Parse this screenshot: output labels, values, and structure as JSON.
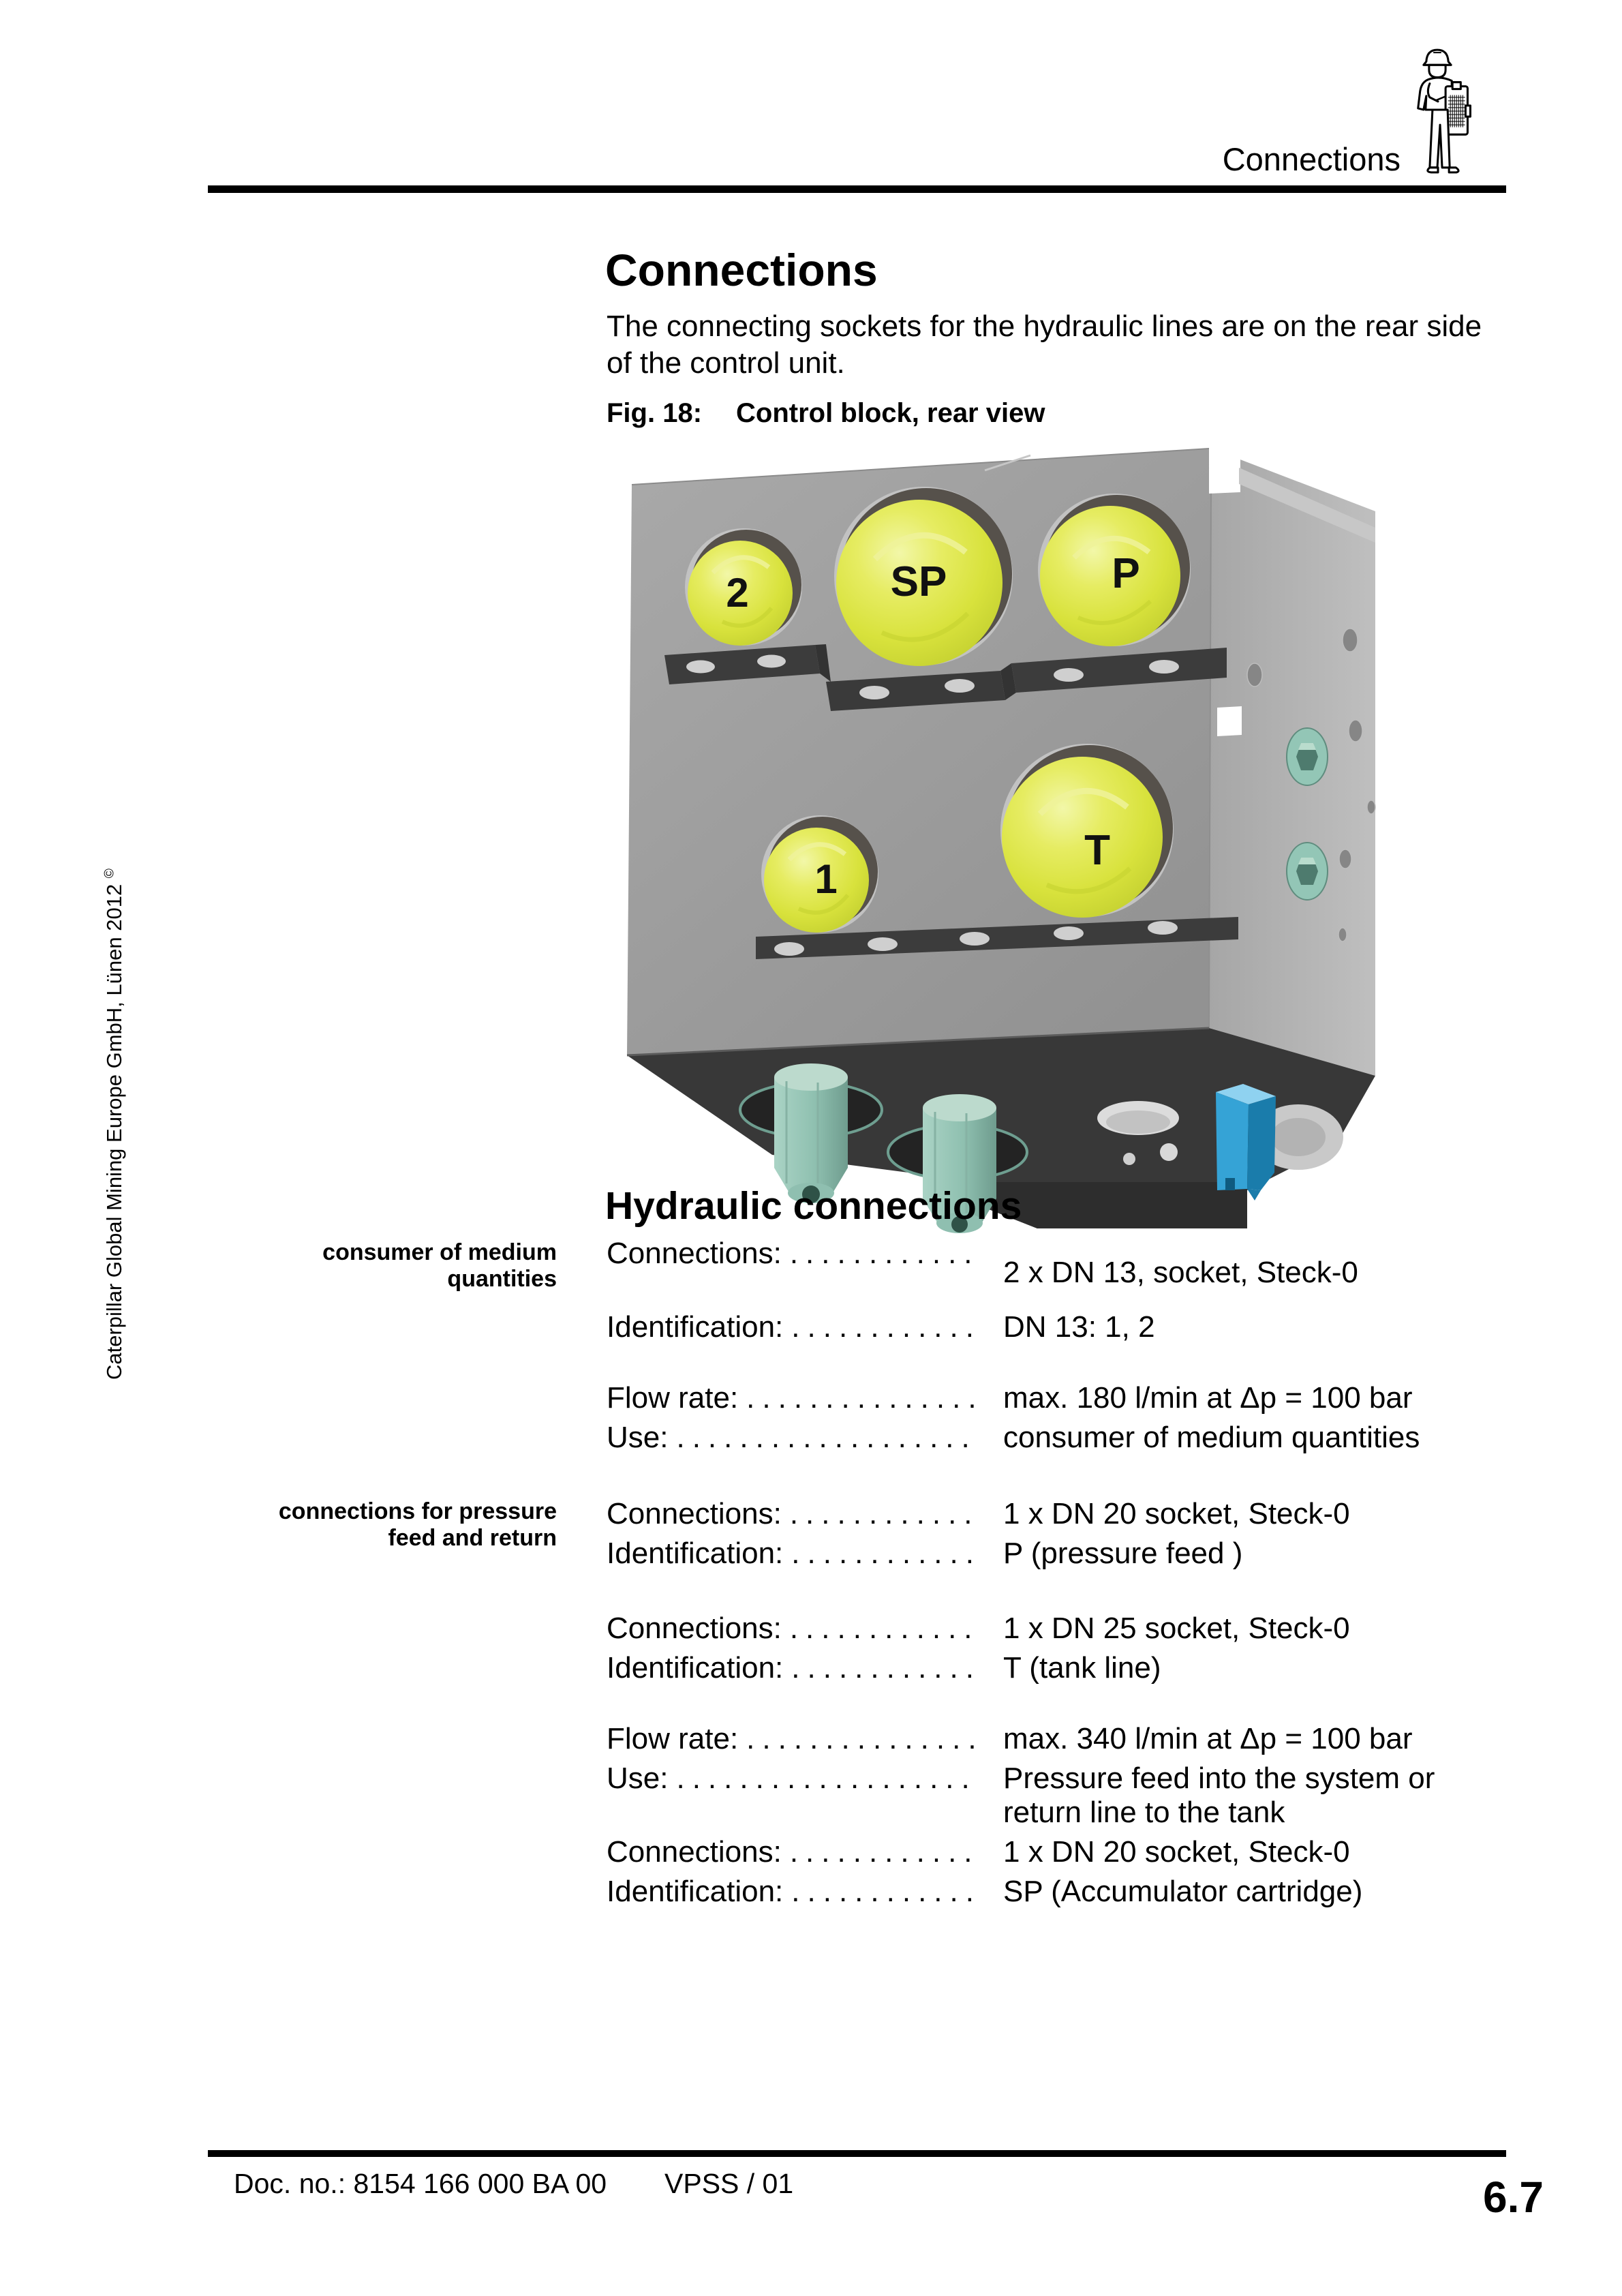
{
  "header": {
    "title": "Connections",
    "icon": "engineer-clipboard-icon"
  },
  "title": "Connections",
  "intro_lines": [
    "The connecting sockets for the hydraulic lines are on the rear side",
    "of the control unit."
  ],
  "figure": {
    "caption_label": "Fig. 18:",
    "caption_text": "Control block, rear view",
    "ports": [
      "2",
      "SP",
      "P",
      "1",
      "T"
    ]
  },
  "section_heading": "Hydraulic connections",
  "margin_labels": [
    {
      "lines": [
        "consumer of medium",
        "quantities"
      ]
    },
    {
      "lines": [
        "connections for pressure",
        "feed and return"
      ]
    }
  ],
  "spec_rows": [
    {
      "label": "Connections:",
      "dots": "............",
      "value": "2 x DN 13, socket, Steck-0",
      "value_offset": true
    },
    {
      "label": "Identification:",
      "dots": "............",
      "value": "DN 13: 1, 2"
    },
    {
      "label": "Flow rate:",
      "dots": "...............",
      "value": "max. 180 l/min at Δp = 100 bar"
    },
    {
      "label": "Use:",
      "dots": "...................",
      "value": "consumer of medium quantities"
    },
    {
      "label": "Connections:",
      "dots": "............",
      "value": "1 x DN 20 socket, Steck-0"
    },
    {
      "label": "Identification:",
      "dots": "............",
      "value": "P (pressure feed )"
    },
    {
      "label": "Connections:",
      "dots": "............",
      "value": "1 x DN 25 socket, Steck-0"
    },
    {
      "label": "Identification:",
      "dots": "............",
      "value": "T (tank line)"
    },
    {
      "label": "Flow rate:",
      "dots": "...............",
      "value": "max. 340 l/min at Δp = 100 bar"
    },
    {
      "label": "Use:",
      "dots": "...................",
      "value": "Pressure feed into the system or",
      "value2": "return line to the tank"
    },
    {
      "label": "Connections:",
      "dots": "............",
      "value": "1 x DN 20 socket, Steck-0"
    },
    {
      "label": "Identification:",
      "dots": "............",
      "value": "SP (Accumulator cartridge)"
    }
  ],
  "sidebar": {
    "text": "Caterpillar Global Mining Europe GmbH, Lünen 2012",
    "mark": "©"
  },
  "footer": {
    "doc_no": "Doc. no.: 8154 166 000 BA 00",
    "version": "VPSS / 01",
    "page_number": "6.7"
  },
  "colors": {
    "port_yellow": "#d8e23c",
    "block_front": "#9d9d9d",
    "block_side": "#b3b3b3",
    "underside_dark": "#383838",
    "plug_teal": "#93c6b6",
    "fitting_blue": "#2f9fd4",
    "rule_black": "#000000"
  }
}
